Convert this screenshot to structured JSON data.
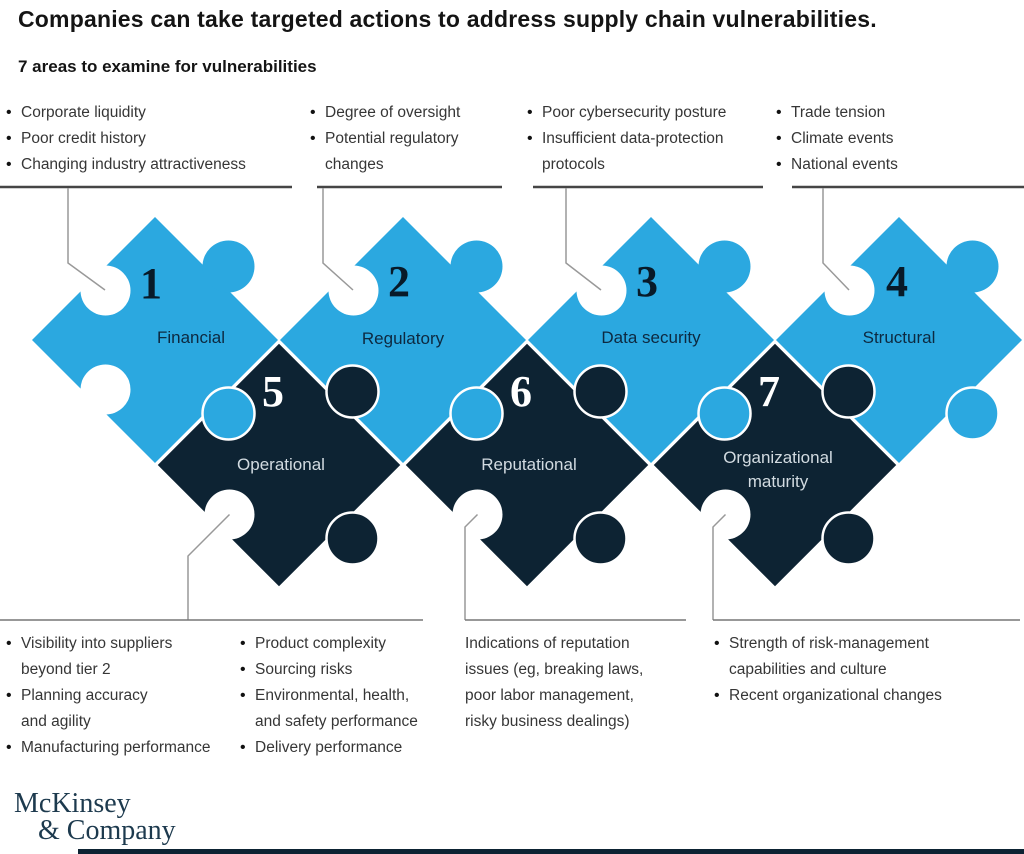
{
  "title": "Companies can take targeted actions to address supply chain vulnerabilities.",
  "subtitle": "7 areas to examine for vulnerabilities",
  "bullet": "•",
  "colors": {
    "piece_blue": "#2ba8e0",
    "piece_navy": "#0d2333",
    "body_text": "#363636",
    "rule_top": "#454545",
    "rule_bottom": "#777777",
    "connector": "#999999",
    "logo_navy": "#1d3a4e"
  },
  "top_groups": [
    {
      "items": [
        "Corporate liquidity",
        "Poor credit history",
        "Changing industry attractiveness"
      ]
    },
    {
      "items": [
        "Degree of oversight",
        "Potential regulatory\nchanges"
      ]
    },
    {
      "items": [
        "Poor cybersecurity posture",
        "Insufficient data-protection\nprotocols"
      ]
    },
    {
      "items": [
        "Trade tension",
        "Climate events",
        "National events"
      ]
    }
  ],
  "pieces": [
    {
      "number": "1",
      "label": "Financial"
    },
    {
      "number": "2",
      "label": "Regulatory"
    },
    {
      "number": "3",
      "label": "Data security"
    },
    {
      "number": "4",
      "label": "Structural"
    },
    {
      "number": "5",
      "label": "Operational"
    },
    {
      "number": "6",
      "label": "Reputational"
    },
    {
      "number": "7",
      "label": "Organizational\nmaturity"
    }
  ],
  "bottom_groups": [
    {
      "items": [
        "Visibility into suppliers\nbeyond tier 2",
        "Planning accuracy\nand agility",
        "Manufacturing performance"
      ]
    },
    {
      "items": [
        "Product complexity",
        "Sourcing risks",
        "Environmental, health,\nand safety performance",
        "Delivery performance"
      ]
    },
    {
      "items": [
        "Indications of reputation\nissues (eg, breaking laws,\npoor labor management,\nrisky business dealings)"
      ]
    },
    {
      "items": [
        "Strength of risk-management\ncapabilities and culture",
        "Recent organizational changes"
      ]
    }
  ],
  "logo": {
    "line1": "McKinsey",
    "line2": "& Company"
  }
}
